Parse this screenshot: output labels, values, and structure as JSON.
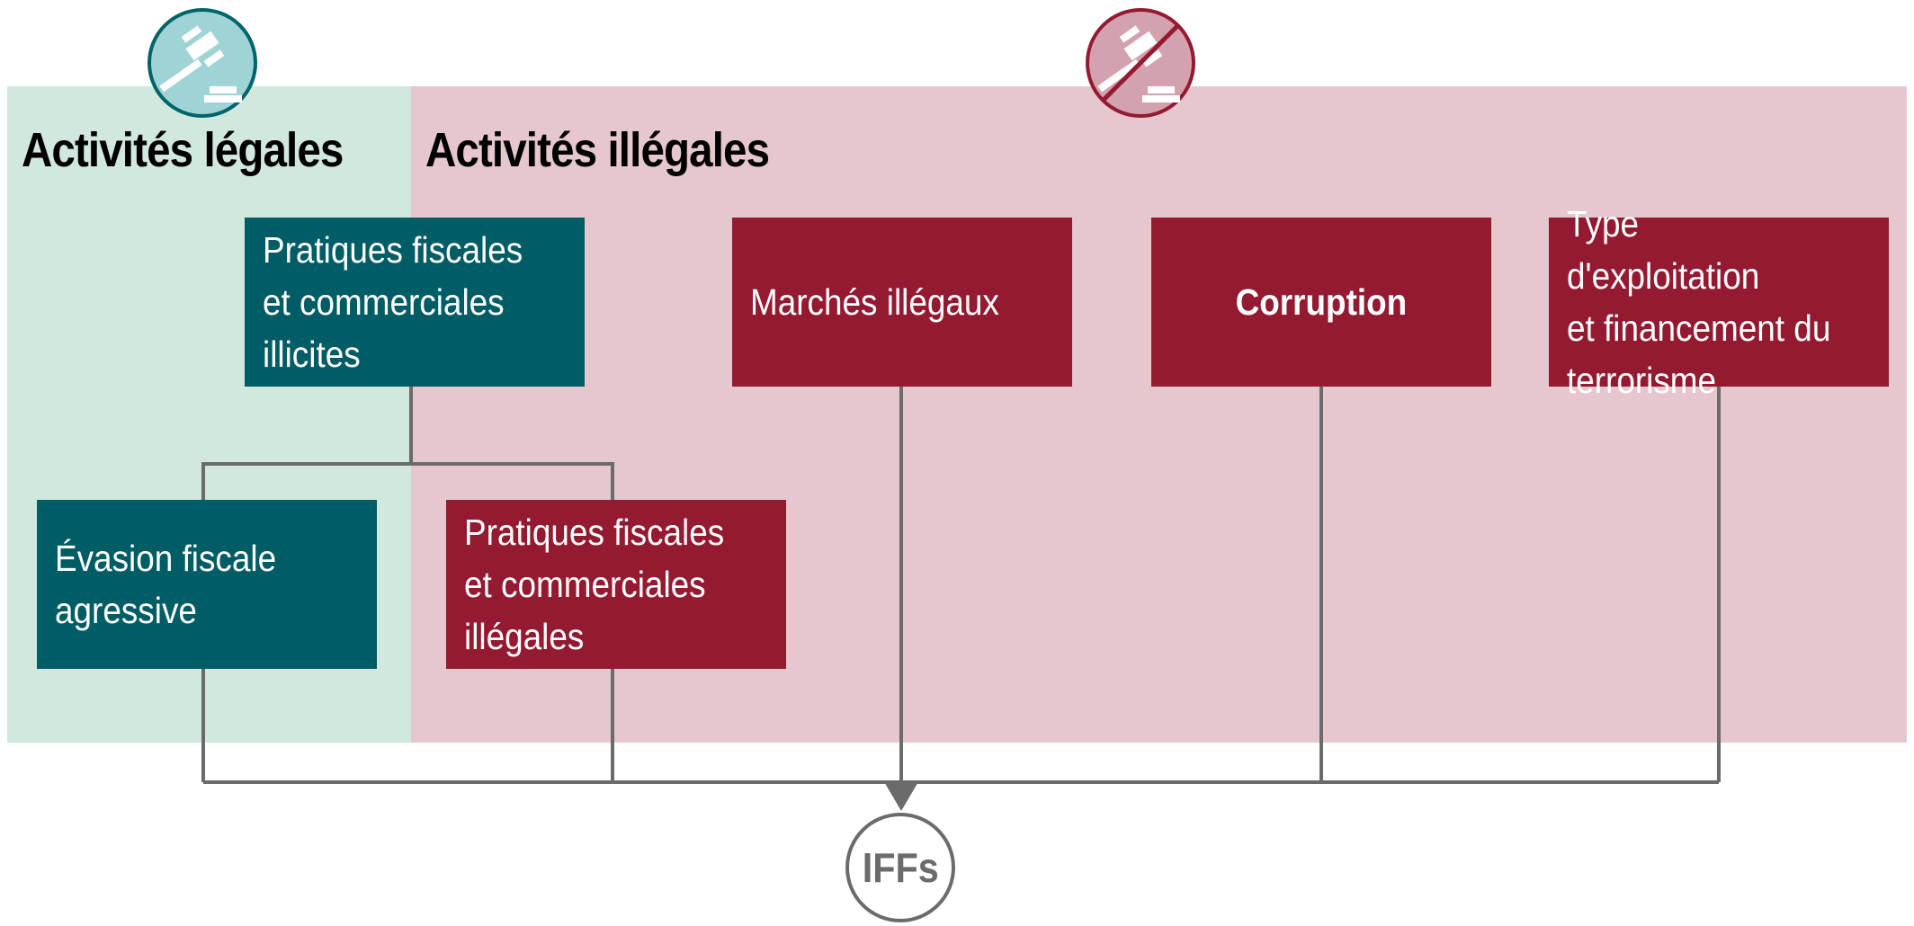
{
  "zones": {
    "legal": {
      "title": "Activités légales"
    },
    "illegal": {
      "title": "Activités illégales"
    }
  },
  "boxes": {
    "illicit_practices": "Pratiques fiscales\net commerciales\nillicites",
    "illegal_markets": "Marchés illégaux",
    "corruption": "Corruption",
    "exploitation": "Type d'exploitation\net financement du\nterrorisme",
    "tax_avoidance": "Évasion fiscale\nagressive",
    "illegal_practices": "Pratiques fiscales\net commerciales\nillégales"
  },
  "result": {
    "label": "IFFs"
  },
  "icons": {
    "legal": "gavel-icon",
    "illegal": "gavel-crossed-icon"
  },
  "colors": {
    "legal_bg": "#d1e8df",
    "illegal_bg": "#e5c7cd",
    "teal": "#005c65",
    "crimson": "#941a32",
    "line": "#6b6b6b"
  }
}
